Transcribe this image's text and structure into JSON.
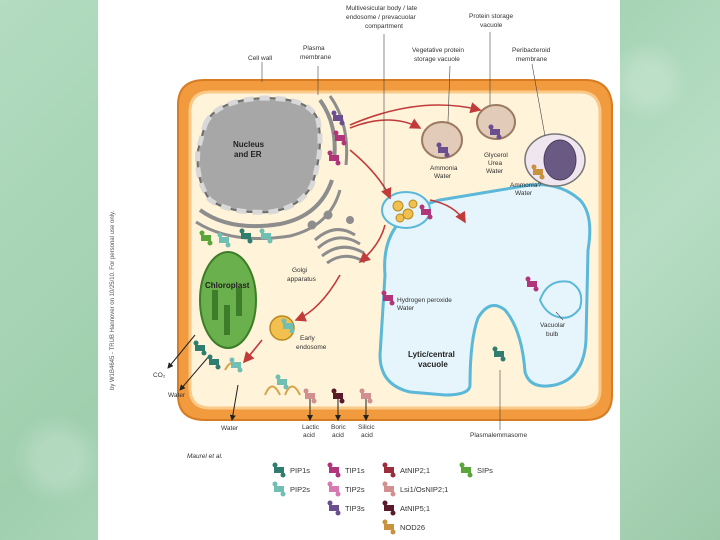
{
  "labels": {
    "cell_wall": "Cell wall",
    "plasma_membrane_1": "Plasma",
    "plasma_membrane_2": "membrane",
    "mvb_1": "Multivesicular body / late",
    "mvb_2": "endosome / prevacuolar",
    "mvb_3": "compartment",
    "psv_1": "Protein storage",
    "psv_2": "vacuole",
    "vsv_1": "Vegetative protein",
    "vsv_2": "storage vacuole",
    "peri_1": "Peribacteroid",
    "peri_2": "membrane",
    "nucleus_1": "Nucleus",
    "nucleus_2": "and ER",
    "chloroplast": "Chloroplast",
    "golgi_1": "Golgi",
    "golgi_2": "apparatus",
    "early_endo_1": "Early",
    "early_endo_2": "endosome",
    "lytic_1": "Lytic/central",
    "lytic_2": "vacuole",
    "vac_bulb_1": "Vacuolar",
    "vac_bulb_2": "bulb",
    "h2o2_1": "Hydrogen peroxide",
    "h2o2_2": "Water",
    "ammonia_water_1": "Ammonia",
    "ammonia_water_2": "Water",
    "glycerol_1": "Glycerol",
    "glycerol_2": "Urea",
    "glycerol_3": "Water",
    "ammonia_q_1": "Ammonia?",
    "ammonia_q_2": "Water",
    "co2": "CO₂",
    "water_1": "Water",
    "water_2": "Water",
    "lactic_1": "Lactic",
    "lactic_2": "acid",
    "boric_1": "Boric",
    "boric_2": "acid",
    "silicic_1": "Silicic",
    "silicic_2": "acid",
    "plasmalemmasome": "Plasmalemmasome",
    "credit": "Maurel et al.",
    "side_text": "by W1B4645 - TRUB Hannover on 10/25/10. For personal use only."
  },
  "legend": [
    {
      "name": "PIP1s",
      "color": "#2f7d6e"
    },
    {
      "name": "PIP2s",
      "color": "#6fbfb4"
    },
    {
      "name": "TIP1s",
      "color": "#b0357a"
    },
    {
      "name": "TIP2s",
      "color": "#d779b2"
    },
    {
      "name": "TIP3s",
      "color": "#6a4e8f"
    },
    {
      "name": "AtNIP2;1",
      "color": "#9b2d3c"
    },
    {
      "name": "Lsi1/OsNIP2;1",
      "color": "#d38f8f"
    },
    {
      "name": "AtNIP5;1",
      "color": "#5a1a2a"
    },
    {
      "name": "NOD26",
      "color": "#c9923e"
    },
    {
      "name": "SIPs",
      "color": "#5aa63a"
    }
  ],
  "colors": {
    "cell_wall": "#f19a3e",
    "cytoplasm": "#fff3d9",
    "vacuole_fill": "#e6f5fb",
    "vacuole_stroke": "#5bb8d8",
    "arrow": "#c23b3b",
    "nucleus": "#a7a7a7",
    "chloroplast": "#6ab04c"
  }
}
